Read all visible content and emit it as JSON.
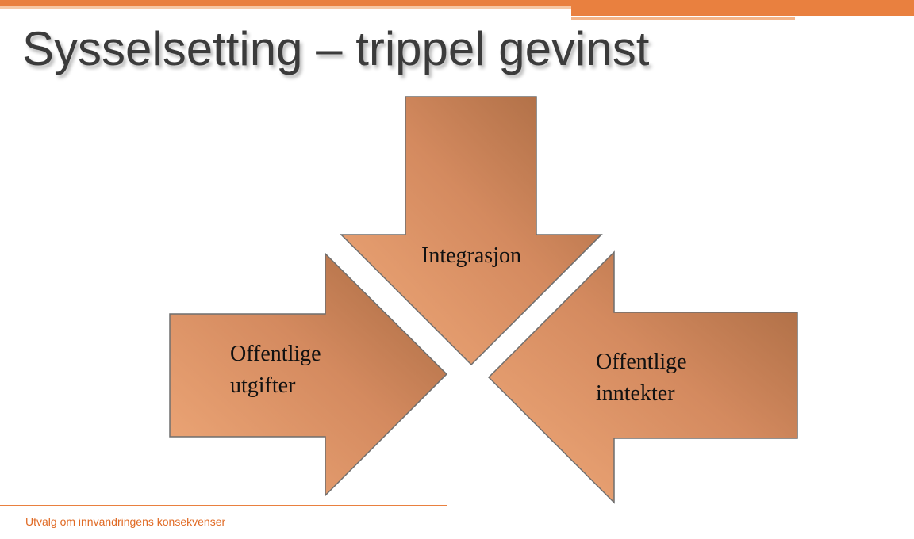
{
  "slide": {
    "title": "Sysselsetting – trippel gevinst",
    "footer": "Utvalg om innvandringens konsekvenser"
  },
  "diagram": {
    "arrows": [
      {
        "label_lines": [
          "Integrasjon"
        ]
      },
      {
        "label_lines": [
          "Offentlige",
          "utgifter"
        ]
      },
      {
        "label_lines": [
          "Offentlige",
          "inntekter"
        ]
      }
    ]
  },
  "colors": {
    "accent": "#e9803f",
    "arrow_light": "#eea575",
    "arrow_dark": "#a56840",
    "arrow_stroke": "#6e6e6e",
    "footer_text": "#e06a24",
    "title_text": "#3b3b3b"
  }
}
